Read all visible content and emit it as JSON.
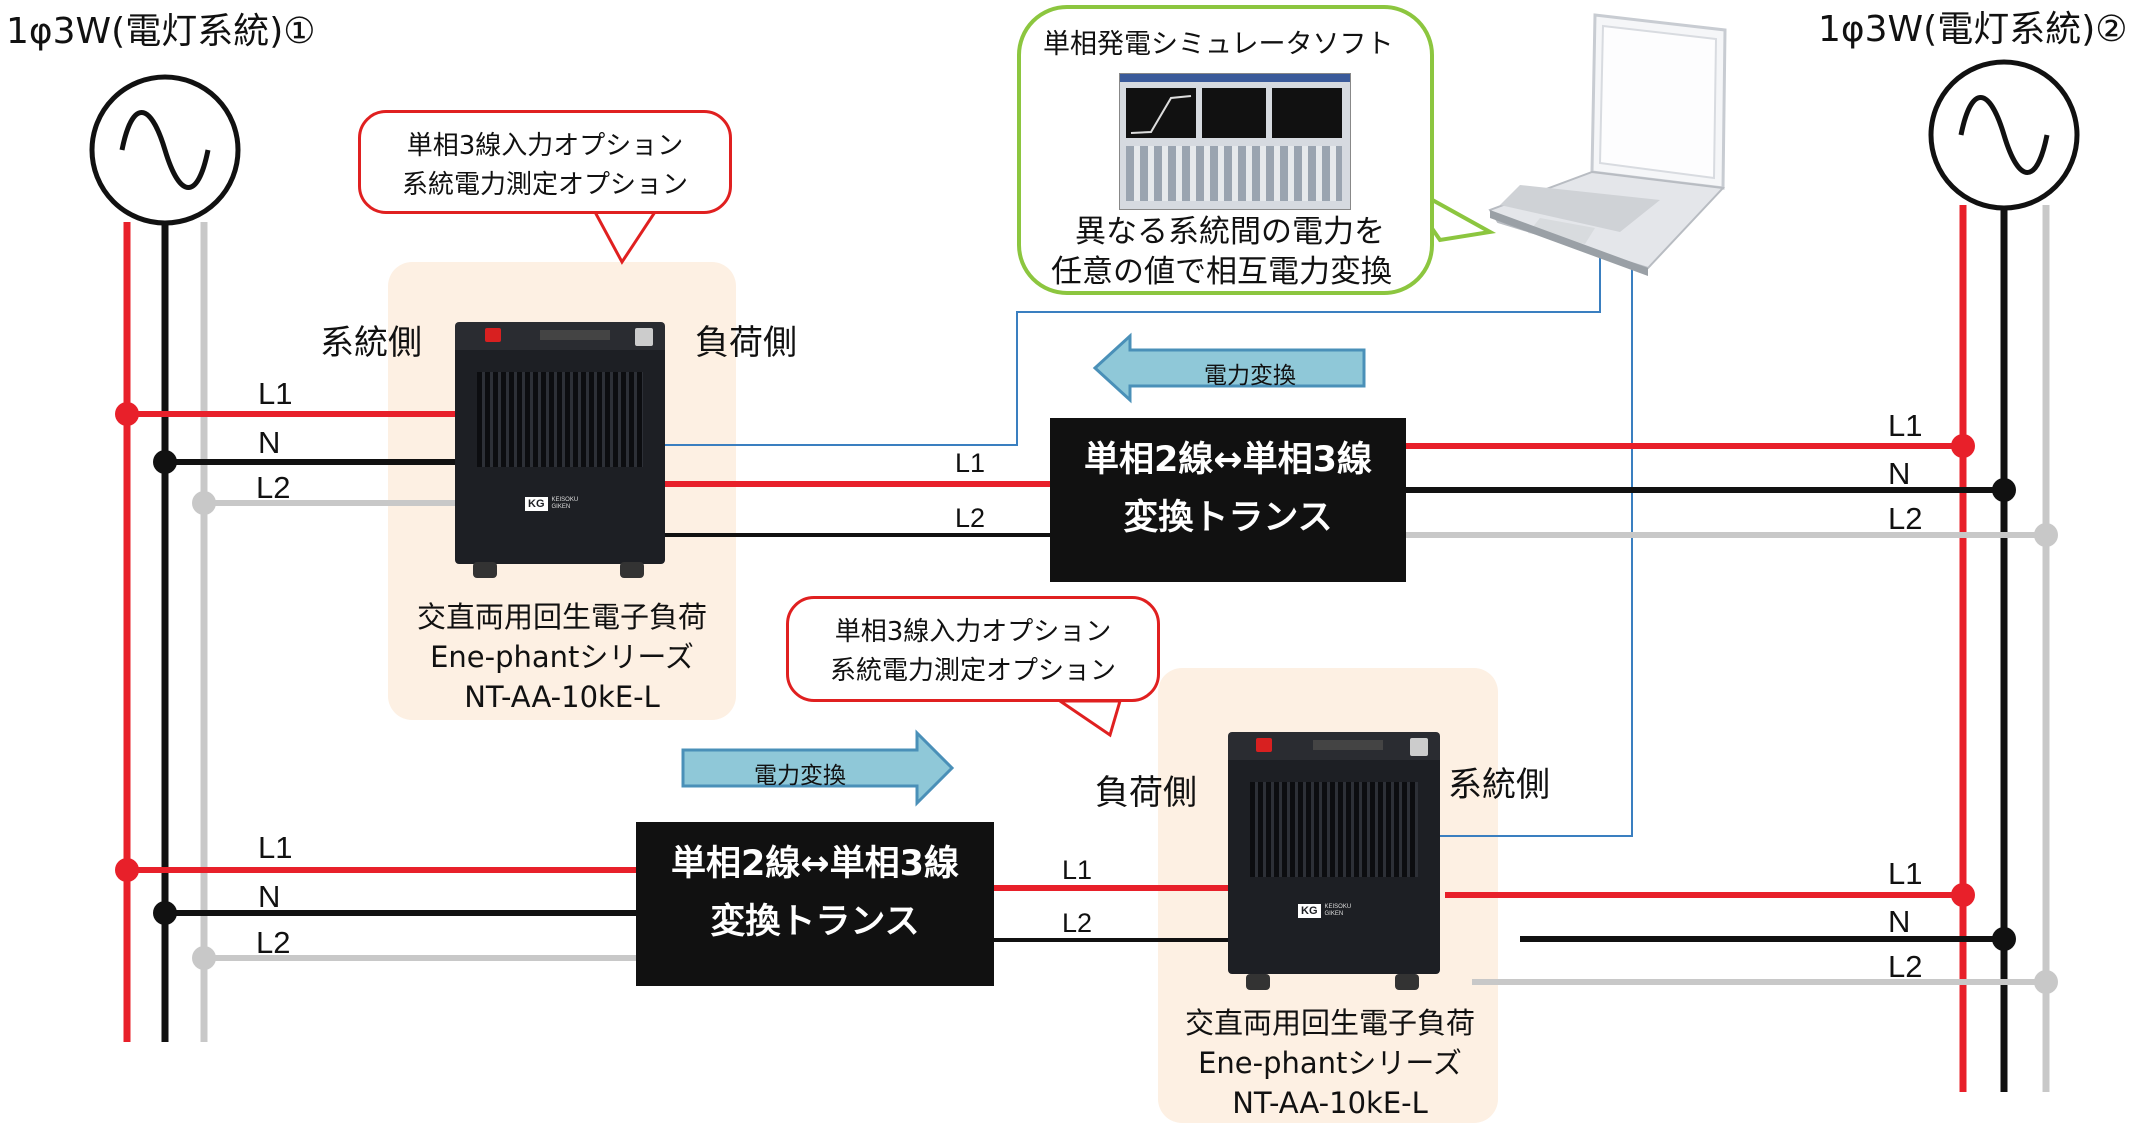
{
  "sources": {
    "left_title": "1φ3W(電灯系統)①",
    "right_title": "1φ3W(電灯系統)②",
    "ac_symbol": "sine-wave-icon"
  },
  "wires": {
    "l1": "L1",
    "n": "N",
    "l2": "L2"
  },
  "callouts": {
    "top": [
      "単相3線入力オプション",
      "系統電力測定オプション"
    ],
    "bottom": [
      "単相3線入力オプション",
      "系統電力測定オプション"
    ]
  },
  "software": {
    "title": "単相発電シミュレータソフト",
    "desc": [
      "異なる系統間の電力を",
      "任意の値で相互電力変換"
    ]
  },
  "sides": {
    "grid": "系統側",
    "load": "負荷側"
  },
  "flow_label": "電力変換",
  "transformer": [
    "単相2線↔単相3線",
    "変換トランス"
  ],
  "device": {
    "caption": [
      "交直両用回生電子負荷",
      "Ene-phantシリーズ",
      "NT-AA-10kE-L"
    ],
    "logo": "KG",
    "brand": [
      "KEISOKU",
      "GIKEN"
    ]
  },
  "colors": {
    "l1_red": "#e8202a",
    "neutral_black": "#111111",
    "l2_gray": "#c8c8c8",
    "comm_blue": "#3a7fc0",
    "callout_red": "#e02020",
    "software_green": "#8cc63f",
    "arrow_blue": "#8fc8d8",
    "highlight_peach": "#fdf0e3"
  }
}
